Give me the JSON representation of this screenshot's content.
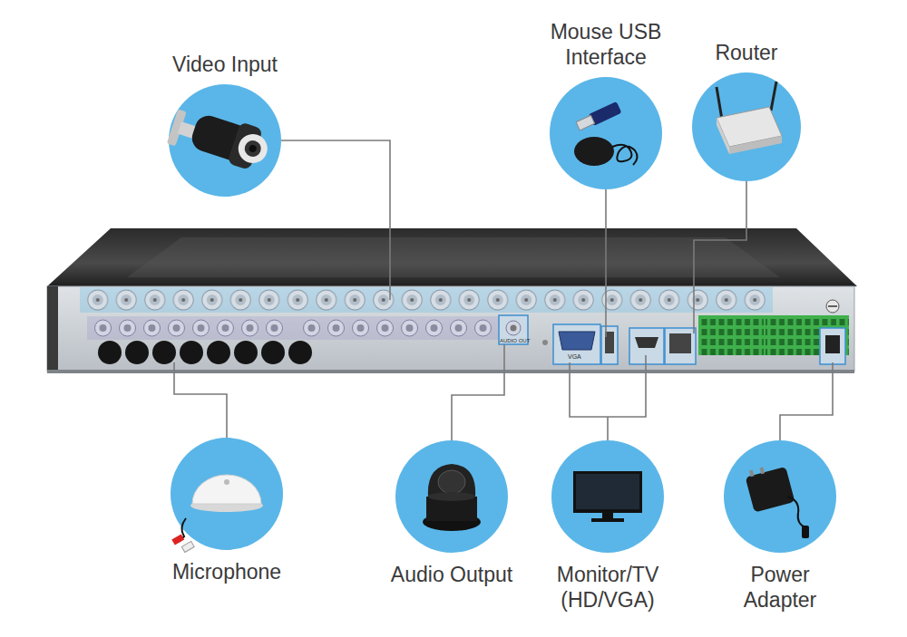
{
  "diagram": {
    "nodes": [
      {
        "text": [
          "Video Input"
        ]
      },
      {
        "text": [
          "Mouse USB Interface"
        ]
      },
      {
        "text": [
          "Router"
        ]
      },
      {
        "text": [
          "AUDIO OUT",
          "VGA"
        ]
      },
      {
        "text": [
          "Microphone"
        ]
      },
      {
        "text": [
          "Audio Output"
        ]
      },
      {
        "text": [
          "Monitor/TV (HD/VGA)"
        ]
      },
      {
        "text": [
          "Power Adapter"
        ]
      }
    ],
    "edges": [
      {
        "from": 0,
        "to": 3,
        "arrow": "none"
      },
      {
        "from": 1,
        "to": 3,
        "arrow": "none"
      },
      {
        "from": 2,
        "to": 3,
        "arrow": "none"
      },
      {
        "from": 4,
        "to": 3,
        "arrow": "none"
      },
      {
        "from": 3,
        "to": 5,
        "arrow": "none"
      },
      {
        "from": 3,
        "to": 6,
        "arrow": "none"
      },
      {
        "from": 3,
        "to": 7,
        "arrow": "none"
      }
    ]
  }
}
